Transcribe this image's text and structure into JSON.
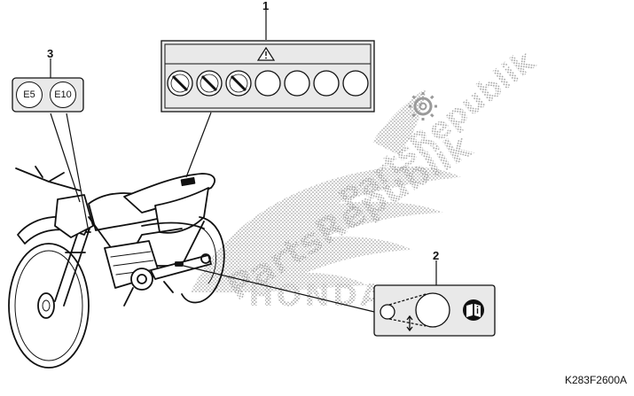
{
  "diagram": {
    "callouts": {
      "label_1": "1",
      "label_2": "2",
      "label_3": "3"
    },
    "fuel_label": {
      "badge_a": "E5",
      "badge_b": "E10"
    },
    "part_code": "K283F2600A",
    "watermark": {
      "text": "PartsRepublik",
      "brand": "HONDA"
    },
    "colors": {
      "line": "#111111",
      "label_fill": "#e9e9e9",
      "watermark": "#9a9a9a"
    },
    "icons": {
      "warning": "warning-triangle-icon",
      "prohibited": "prohibited-circle-icon",
      "manual": "owners-manual-icon",
      "gear": "gear-icon"
    }
  }
}
